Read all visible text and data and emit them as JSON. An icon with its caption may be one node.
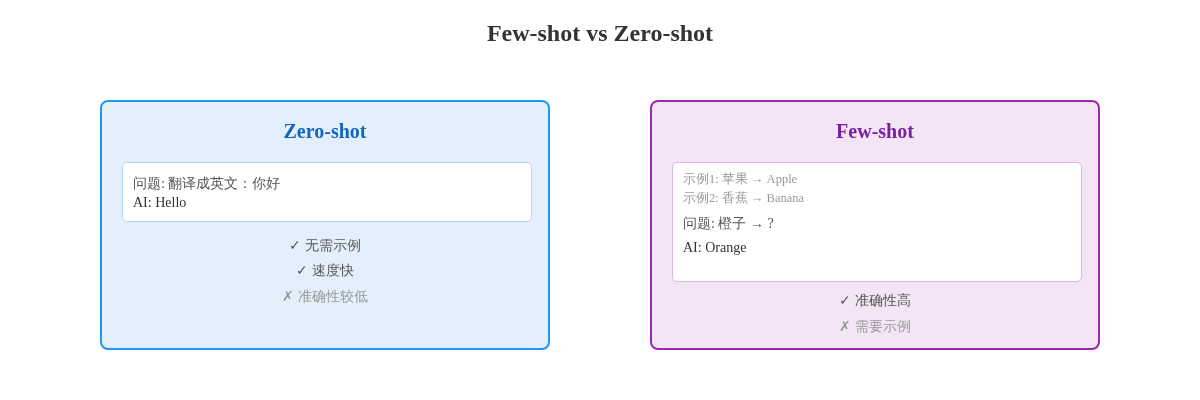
{
  "diagram": {
    "title": "Few-shot vs Zero-shot",
    "nodes": [
      {
        "text": [
          "Zero-shot",
          "✓ 无需示例",
          "✓ 速度快",
          "✗ 准确性较低"
        ]
      },
      {
        "text": [
          "问题: 翻译成英文：你好",
          "AI: Hello"
        ],
        "in": 0
      },
      {
        "text": [
          "Few-shot",
          "✓ 准确性高",
          "✗ 需要示例"
        ]
      },
      {
        "text": [
          "示例1: 苹果 → Apple",
          "示例2: 香蕉 → Banana",
          "问题: 橙子 → ?",
          "AI: Orange"
        ],
        "in": 2
      }
    ]
  }
}
